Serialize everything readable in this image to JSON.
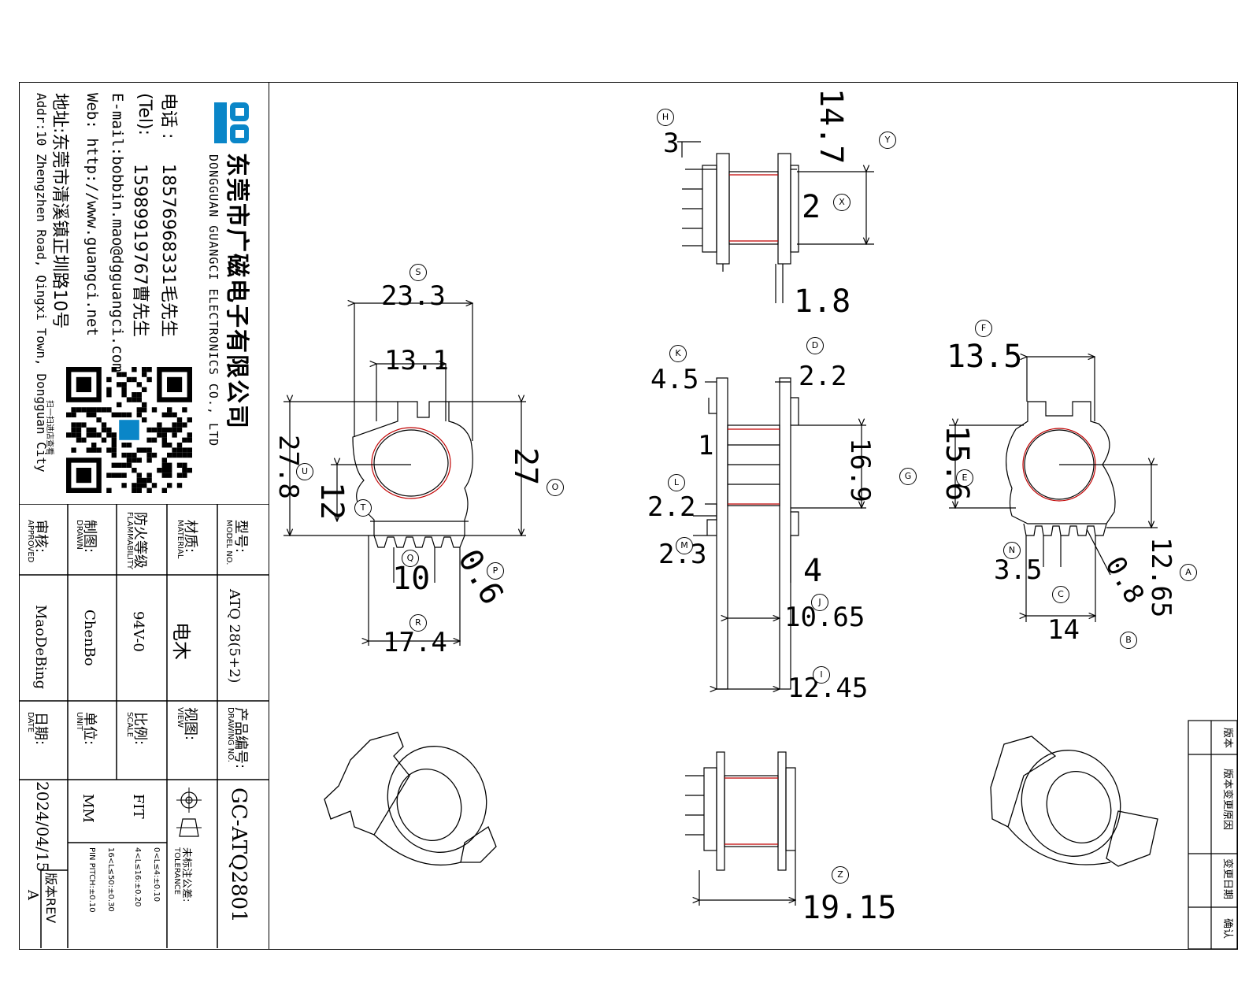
{
  "company": {
    "name_cn": "东莞市广磁电子有限公司",
    "name_en": "DONGGUAN GUANGCI ELECTRONICS CO., LTD",
    "logo_text": "GC",
    "phone_label": "电话 :",
    "phone": "18576968331毛先生",
    "tel_label": "(Tel):",
    "tel": "15989919767曹先生",
    "email": "E-mail:bobbin.mao@dgguangci.com",
    "web": "Web: http://www.guangci.net",
    "address_cn": "地址:东莞市清溪镇正圳路10号",
    "address_en": "Addr:10 Zhengzhen Road, Qingxi Town, Dongguan City",
    "qr_caption": "扫一扫进店查看"
  },
  "title_block": {
    "model_label": "型号:",
    "model_label_en": "MODEL NO.",
    "model": "ATQ 28(5+2)",
    "material_label": "材质:",
    "material_label_en": "MATERIAL",
    "material": "电木",
    "fire_label": "防火等级",
    "fire_label_en": "FLAMMABILITY",
    "fire": "94V-0",
    "drawn_label": "制图:",
    "drawn_label_en": "DRAWN",
    "drawn": "ChenBo",
    "approved_label": "审核:",
    "approved_label_en": "APPROVED",
    "approved": "MaoDeBing",
    "product_label": "产品编号:",
    "product_label_en": "DRAWING NO.",
    "product": "GC-ATQ2801",
    "view_label": "视图:",
    "view_label_en": "VIEW",
    "scale_label": "比例:",
    "scale_label_en": "SCALE",
    "scale": "FIT",
    "unit_label": "单位:",
    "unit_label_en": "UNIT",
    "unit": "MM",
    "date_label": "日期:",
    "date_label_en": "DATE",
    "date": "2024/04/15",
    "tol_title": "未标注公差:",
    "tol_title_en": "TOLERANCE",
    "tol_1": "0<L≤4:±0.10",
    "tol_2": "4<L≤16:±0.20",
    "tol_3": "16<L≤50:±0.30",
    "tol_4": "PIN PITCH:±0.10",
    "rev_label": "版本REV",
    "rev": "A"
  },
  "revision_table": {
    "col_version": "版本",
    "col_desc": "版本变更原因",
    "col_date": "变更日期",
    "col_confirm": "确认"
  },
  "dimensions": {
    "top_3": "3",
    "top_14_7": "14.7",
    "top_2": "2",
    "top_1_8": "1.8",
    "left_23_3": "23.3",
    "left_13_1": "13.1",
    "left_27_8": "27.8",
    "left_12": "12",
    "left_27": "27",
    "left_10": "10",
    "left_0_6": "0.6",
    "left_17_4": "17.4",
    "mid_4_5": "4.5",
    "mid_2_2a": "2.2",
    "mid_1": "1",
    "mid_16_9": "16.9",
    "mid_2_2b": "2.2",
    "mid_2_3": "2.3",
    "mid_4": "4",
    "mid_10_65": "10.65",
    "mid_12_45": "12.45",
    "right_13_5": "13.5",
    "right_15_6": "15.6",
    "right_12_65": "12.65",
    "right_3_5": "3.5",
    "right_0_8": "0.8",
    "right_14": "14",
    "bottom_19_15": "19.15"
  },
  "balloons": {
    "H": "H",
    "Y": "Y",
    "X": "X",
    "Z": "Z",
    "S": "S",
    "U": "U",
    "T": "T",
    "O": "O",
    "Q": "Q",
    "P": "P",
    "R": "R",
    "K": "K",
    "D": "D",
    "G": "G",
    "L": "L",
    "M": "M",
    "J": "J",
    "I": "I",
    "F": "F",
    "E": "E",
    "A": "A",
    "C": "C",
    "B": "B",
    "N": "N"
  }
}
